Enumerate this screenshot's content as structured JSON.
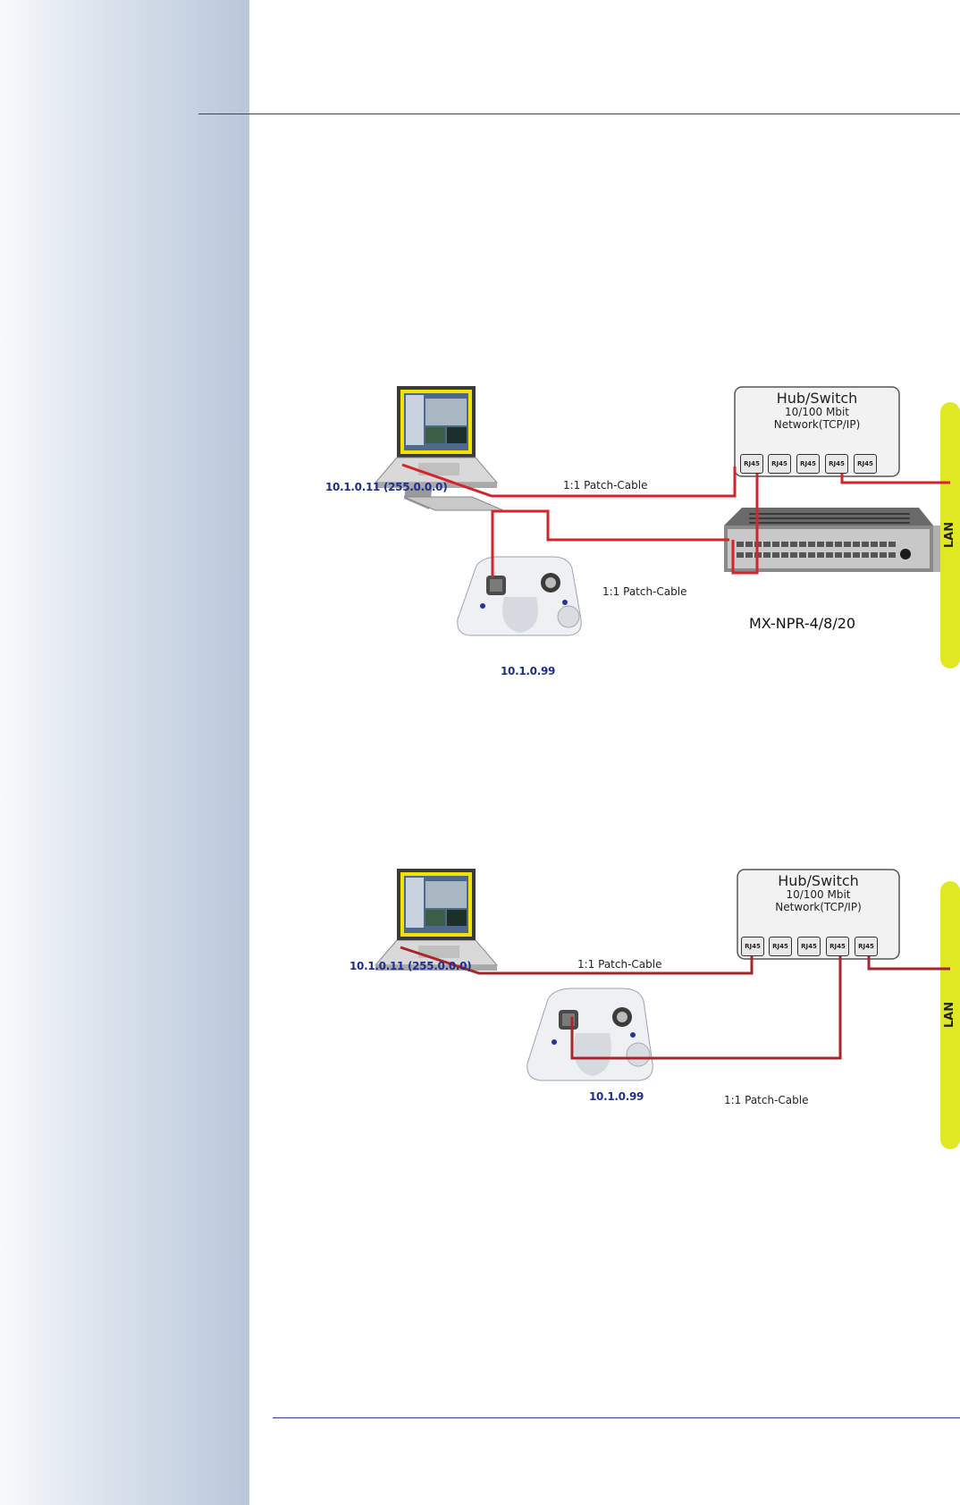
{
  "page": {
    "colors": {
      "rule": "#2b3f9a",
      "cable": "#d2262b",
      "lan_bar": "#dfe823",
      "ip_text": "#1f2f8e"
    }
  },
  "diagram1": {
    "laptop_ip": "10.1.0.11 (255.0.0.0)",
    "camera_ip": "10.1.0.99",
    "hub": {
      "title": "Hub/Switch",
      "speed": "10/100 Mbit",
      "network": "Network(TCP/IP)",
      "ports": [
        "RJ45",
        "RJ45",
        "RJ45",
        "RJ45",
        "RJ45"
      ]
    },
    "cable_label_top": "1:1 Patch-Cable",
    "cable_label_camera": "1:1 Patch-Cable",
    "npr_label": "MX-NPR-4/8/20",
    "lan_label": "LAN"
  },
  "diagram2": {
    "laptop_ip": "10.1.0.11 (255.0.0.0)",
    "camera_ip": "10.1.0.99",
    "hub": {
      "title": "Hub/Switch",
      "speed": "10/100 Mbit",
      "network": "Network(TCP/IP)",
      "ports": [
        "RJ45",
        "RJ45",
        "RJ45",
        "RJ45",
        "RJ45"
      ]
    },
    "cable_label_top": "1:1 Patch-Cable",
    "cable_label_camera": "1:1 Patch-Cable",
    "lan_label": "LAN"
  }
}
